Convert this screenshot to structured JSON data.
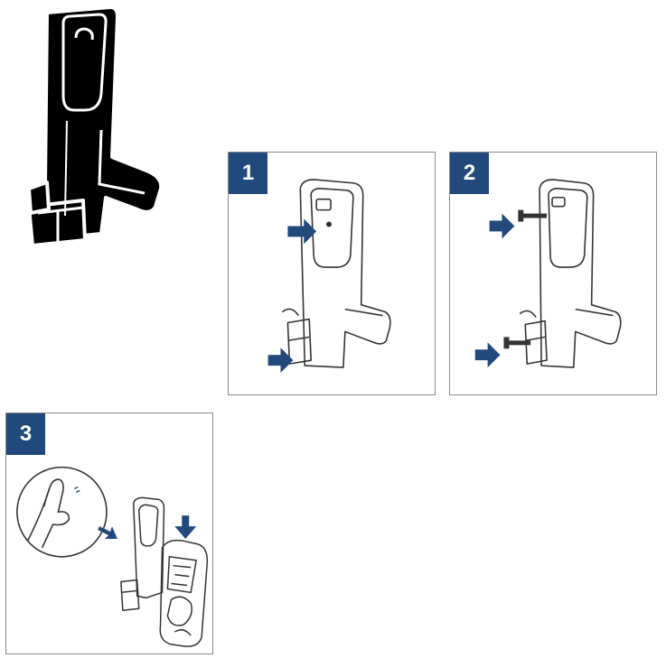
{
  "steps": [
    {
      "number": "1"
    },
    {
      "number": "2"
    },
    {
      "number": "3"
    }
  ],
  "colors": {
    "badge": "#22497c",
    "arrow": "#22497c",
    "panel_border": "#8a8a8a",
    "product_fill": "#000000",
    "line_art": "#333333"
  },
  "icons": [
    "hook-holder-silhouette",
    "arrow-right-icon",
    "arrow-down-icon",
    "screw-icon",
    "magnifier-circle"
  ]
}
